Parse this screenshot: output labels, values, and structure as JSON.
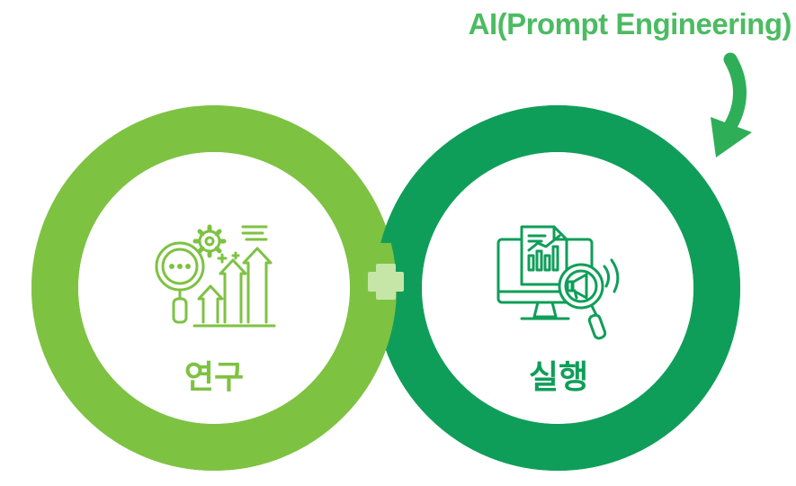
{
  "annotation": {
    "text": "AI(Prompt Engineering)",
    "color": "#4cbb62"
  },
  "colors": {
    "light_green": "#7ec242",
    "dark_green": "#0f9e59",
    "plus": "#c6e6a8"
  },
  "nodes": [
    {
      "id": "research",
      "label": "연구",
      "icon": "magnifier-gear-growth-arrows-icon",
      "color": "#7ec242"
    },
    {
      "id": "execution",
      "label": "실행",
      "icon": "monitor-report-megaphone-magnifier-icon",
      "color": "#0f9e59"
    }
  ],
  "connector": {
    "icon": "plus-icon"
  }
}
